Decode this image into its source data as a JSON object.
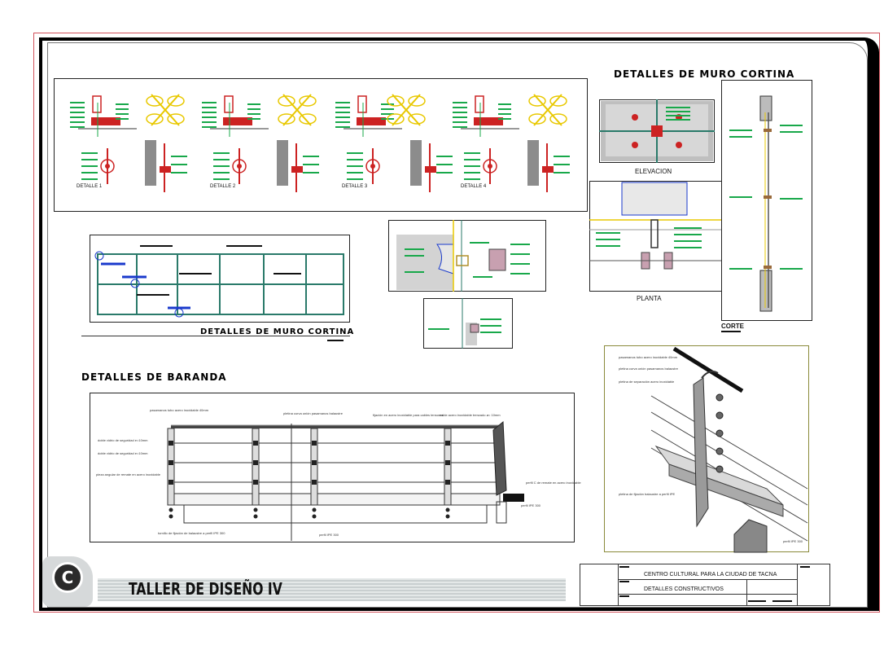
{
  "sheet": {
    "muro_cortina_top_heading": "DETALLES DE MURO CORTINA",
    "muro_cortina_bottom_heading": "DETALLES DE MURO CORTINA",
    "baranda_heading": "DETALLES DE BARANDA",
    "elevacion_label": "ELEVACION",
    "planta_label": "PLANTA",
    "corte_label": "CORTE"
  },
  "spider_details": {
    "labels": [
      "DETALLE 1",
      "DETALLE 2",
      "DETALLE 3",
      "DETALLE 4"
    ]
  },
  "baranda_notes": {
    "pasamanos": "pasamanos tubo acero inoxidable 40mm",
    "pletina_curva": "pletina curva unión pasamanos balaustre",
    "fijacion": "fijación en acero inoxidable para cables tensores",
    "cable": "cable acero inoxidable trenzado ø= 10mm",
    "doble_vidrio_1": "doble vidrio de seguridad e=10mm",
    "doble_vidrio_2": "doble vidrio de seguridad e=10mm",
    "pieza_angulo": "pieza angular de remate en acero inoxidable",
    "perfil_remate": "perfil C de remate en acero inoxidable",
    "perfil_ipe": "perfil IPE 300",
    "tornillo": "tornillo de fijación de balaustre a perfil IPE 300",
    "perfil_ipe_2": "perfil IPE 300"
  },
  "iso_notes": {
    "n1": "pasamanos tubo acero inoxidable 40mm",
    "n2": "pletina curva unión pasamanos balaustre",
    "n3": "pletina de separación acero inoxidable",
    "n4": "pletina de fijación balaustre a perfil IPE",
    "n5": "perfil IPE 300"
  },
  "title_block": {
    "course_title": "TALLER DE DISEÑO IV",
    "logo_letter": "C",
    "project": "CENTRO CULTURAL PARA LA CIUDAD DE TACNA",
    "sheet_name": "DETALLES CONSTRUCTIVOS"
  },
  "colors": {
    "frame": "#000000",
    "dimension_green": "#18a84a",
    "steel_red": "#cc2222",
    "glass_yellow": "#e8c800",
    "concrete_gray": "#8c8c8c",
    "section_blue": "#1a3acc",
    "tint_teal": "#2a7a6a"
  }
}
